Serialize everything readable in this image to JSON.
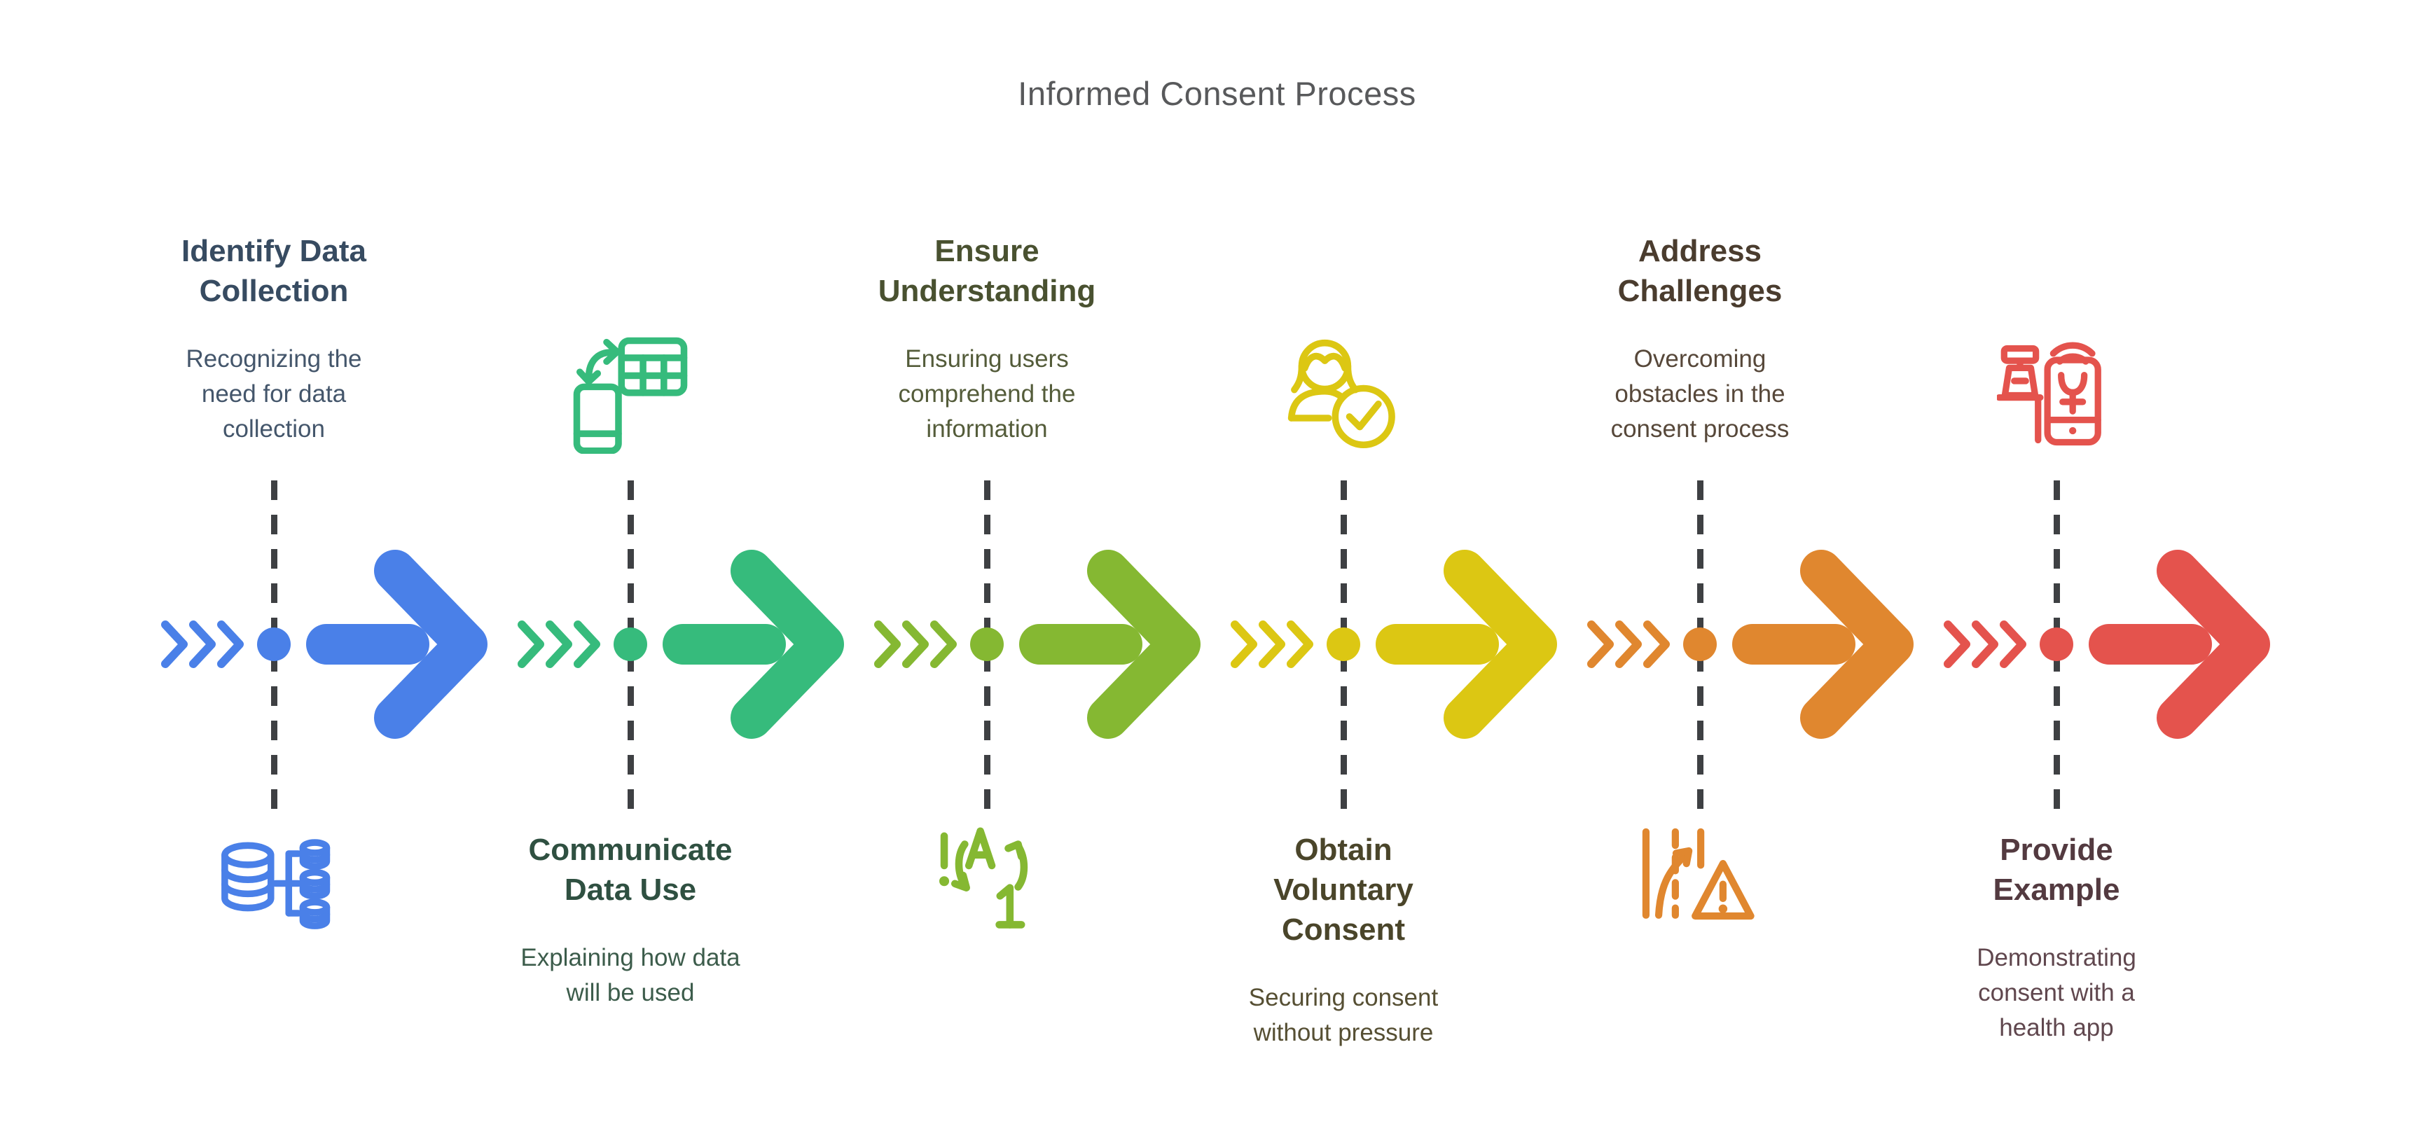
{
  "diagram": {
    "title": "Informed Consent Process",
    "title_color": "#58595B",
    "background_color": "#FFFFFF",
    "dashed_line_color": "#3E4043",
    "timeline": {
      "marker": "timeline-dot",
      "chevron_count_per_step": 3,
      "arrow_direction": "right"
    },
    "steps": [
      {
        "id": 1,
        "title": "Identify Data\nCollection",
        "description": "Recognizing the\nneed for data\ncollection",
        "icon": "databases-icon",
        "accent": "#4A80E8",
        "title_color": "#374B61",
        "desc_color": "#44566B",
        "text_position": "top",
        "icon_position": "bottom"
      },
      {
        "id": 2,
        "title": "Communicate\nData Use",
        "description": "Explaining how data\nwill be used",
        "icon": "phone-spreadsheet-sync-icon",
        "accent": "#36BB7C",
        "title_color": "#2F5041",
        "desc_color": "#3C5C4B",
        "text_position": "bottom",
        "icon_position": "top"
      },
      {
        "id": 3,
        "title": "Ensure\nUnderstanding",
        "description": "Ensuring users\ncomprehend the\ninformation",
        "icon": "comprehension-cycle-icon",
        "accent": "#85B832",
        "title_color": "#495130",
        "desc_color": "#545C3A",
        "text_position": "top",
        "icon_position": "bottom"
      },
      {
        "id": 4,
        "title": "Obtain\nVoluntary\nConsent",
        "description": "Securing consent\nwithout pressure",
        "icon": "person-check-icon",
        "accent": "#DCC713",
        "title_color": "#4A452A",
        "desc_color": "#564F33",
        "text_position": "bottom",
        "icon_position": "top"
      },
      {
        "id": 5,
        "title": "Address\nChallenges",
        "description": "Overcoming\nobstacles in the\nconsent process",
        "icon": "road-warning-icon",
        "accent": "#E0872F",
        "title_color": "#4A3C2E",
        "desc_color": "#57483A",
        "text_position": "top",
        "icon_position": "bottom"
      },
      {
        "id": 6,
        "title": "Provide\nExample",
        "description": "Demonstrating\nconsent with a\nhealth app",
        "icon": "mobile-payment-icon",
        "accent": "#E4534D",
        "title_color": "#533A40",
        "desc_color": "#60474E",
        "text_position": "bottom",
        "icon_position": "top"
      }
    ]
  }
}
